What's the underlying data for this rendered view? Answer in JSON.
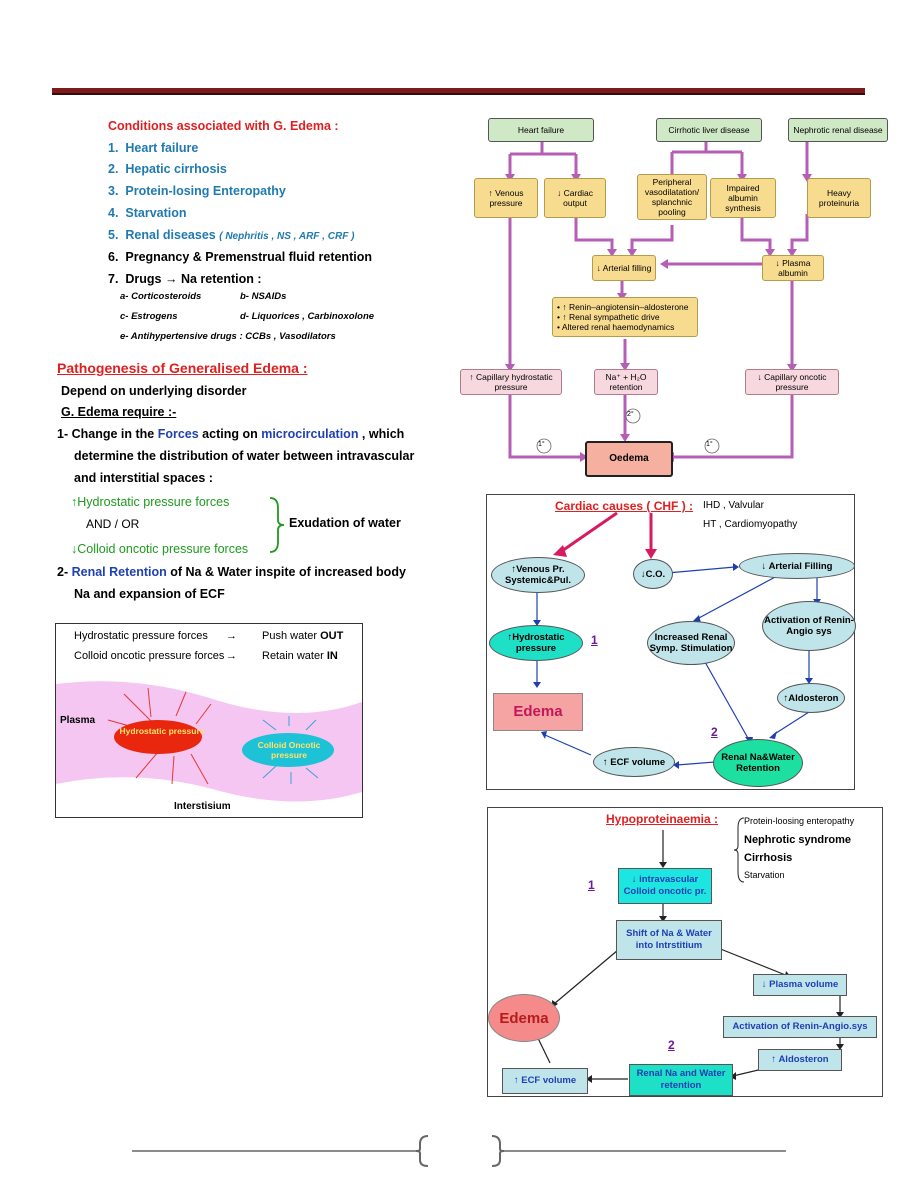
{
  "conditions": {
    "title": "Conditions associated with G. Edema :",
    "items": [
      {
        "num": "1.",
        "text": "Heart failure"
      },
      {
        "num": "2.",
        "text": "Hepatic cirrhosis"
      },
      {
        "num": "3.",
        "text": "Protein-losing Enteropathy"
      },
      {
        "num": "4.",
        "text": "Starvation"
      },
      {
        "num": "5.",
        "text": "Renal diseases",
        "note": "( Nephritis , NS , ARF , CRF )"
      },
      {
        "num": "6.",
        "text": "Pregnancy & Premenstrual fluid retention"
      },
      {
        "num": "7.",
        "text": "Drugs → Na retention :"
      }
    ],
    "drugs": {
      "a": "a- Corticosteroids",
      "b": "b- NSAIDs",
      "c": "c- Estrogens",
      "d": "d- Liquorices , Carbinoxolone",
      "e": "e- Antihypertensive drugs : CCBs , Vasodilators"
    }
  },
  "pathogenesis": {
    "title": "Pathogenesis of Generalised Edema :",
    "line1": "Depend on underlying disorder",
    "line2": "G. Edema require :-",
    "p1_a": "1- Change in the ",
    "p1_forces": "Forces",
    "p1_b": " acting on ",
    "p1_micro": "microcirculation",
    "p1_c": " , which",
    "p1_d": "determine the distribution of water between intravascular",
    "p1_e": "and interstitial spaces :",
    "hydro": "↑Hydrostatic pressure forces",
    "andor": "AND / OR",
    "colloid": "↓Colloid oncotic pressure forces",
    "exudation": "Exudation of water",
    "p2_a": "2- ",
    "p2_renal": "Renal Retention",
    "p2_b": " of Na & Water inspite of increased body",
    "p2_c": "Na and expansion of ECF"
  },
  "forces_box": {
    "r1_label": "Hydrostatic pressure forces",
    "r1_arrow": "→",
    "r1_action": "Push water ",
    "r1_dir": "OUT",
    "r2_label": "Colloid oncotic pressure forces",
    "r2_arrow": "→",
    "r2_action": "Retain water ",
    "r2_dir": "IN",
    "plasma": "Plasma",
    "hydro_ellipse": "Hydrostatic pressure",
    "colloid_ellipse": "Colloid Oncotic pressure",
    "interstitium": "Interstisium"
  },
  "diagram1": {
    "heart": "Heart failure",
    "liver": "Cirrhotic liver disease",
    "nephrotic": "Nephrotic renal disease",
    "venous": "↑ Venous pressure",
    "cardiac": "↓ Cardiac output",
    "periph": "Peripheral vasodilatation/ splanchnic pooling",
    "impaired": "Impaired albumin synthesis",
    "heavy": "Heavy proteinuria",
    "arterial": "↓ Arterial filling",
    "plasma_alb": "↓ Plasma albumin",
    "renin1": "• ↑ Renin–angiotensin–aldosterone",
    "renin2": "• ↑ Renal sympathetic drive",
    "renin3": "• Altered renal haemodynamics",
    "cap_hydro": "↑ Capillary hydrostatic pressure",
    "na_ret": "Na⁺ + H₂O retention",
    "cap_onc": "↓ Capillary oncotic pressure",
    "oedema": "Oedema",
    "l1a": "1°",
    "l2": "2°",
    "l1b": "1°"
  },
  "diagram2": {
    "title": "Cardiac causes ( CHF ) :",
    "t1": "IHD , Valvular",
    "t2": "HT , Cardiomyopathy",
    "venous": "↑Venous Pr. Systemic&Pul.",
    "co": "↓C.O.",
    "arterial": "↓ Arterial Filling",
    "activation": "Activation of Renin-Angio sys",
    "hydro": "↑Hydrostatic pressure",
    "increased": "Increased Renal Symp. Stimulation",
    "aldo": "↑Aldosteron",
    "edema": "Edema",
    "ecf": "↑ ECF volume",
    "renal": "Renal Na&Water Retention",
    "n1": "1",
    "n2": "2"
  },
  "diagram3": {
    "title": "Hypoproteinaemia :",
    "c1": "Protein-loosing enteropathy",
    "c2": "Nephrotic syndrome",
    "c3": "Cirrhosis",
    "c4": "Starvation",
    "intra": "↓ intravascular Colloid oncotic pr.",
    "shift": "Shift of Na & Water into Intrstitium",
    "plasma": "↓ Plasma volume",
    "activation": "Activation of Renin-Angio.sys",
    "aldo": "↑ Aldosteron",
    "renal": "Renal Na and Water retention",
    "ecf": "↑ ECF volume",
    "edema": "Edema",
    "n1": "1",
    "n2": "2"
  },
  "colors": {
    "accent": "#7a1c1c",
    "red": "#e02020",
    "blue": "#1f7ab0",
    "green": "#1e9a1e",
    "flow": "#b45fb5"
  }
}
